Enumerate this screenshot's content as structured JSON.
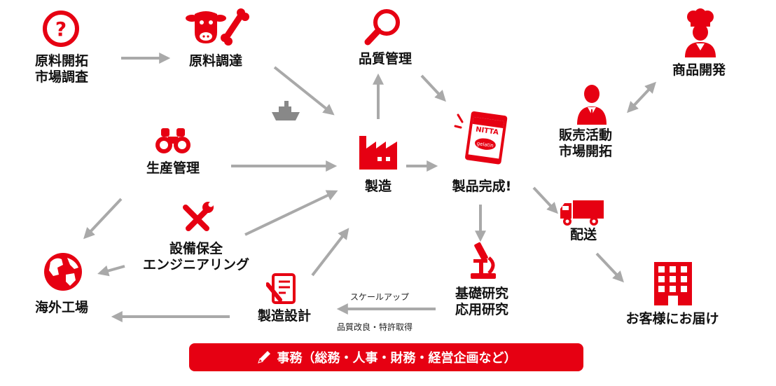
{
  "nodes": {
    "market_research": [
      "原料開拓",
      "市場調査"
    ],
    "procurement": "原料調達",
    "quality": "品質管理",
    "product_dev": "商品開発",
    "sales": [
      "販売活動",
      "市場開拓"
    ],
    "production_mgmt": "生産管理",
    "manufacturing": "製造",
    "completion": "製品完成!",
    "maintenance": [
      "設備保全",
      "エンジニアリング"
    ],
    "overseas": "海外工場",
    "design": "製造設計",
    "research": [
      "基礎研究",
      "応用研究"
    ],
    "delivery": "配送",
    "customer": "お客様にお届け"
  },
  "edge_labels": {
    "scaleup": "スケールアップ",
    "improve": "品質改良・特許取得"
  },
  "package": {
    "brand": "NITTA",
    "sub": "gelatin"
  },
  "footer": "事務（総務・人事・財務・経営企画など）",
  "colors": {
    "accent": "#e60012",
    "arrow": "#a9a9a9",
    "ship": "#888888"
  }
}
